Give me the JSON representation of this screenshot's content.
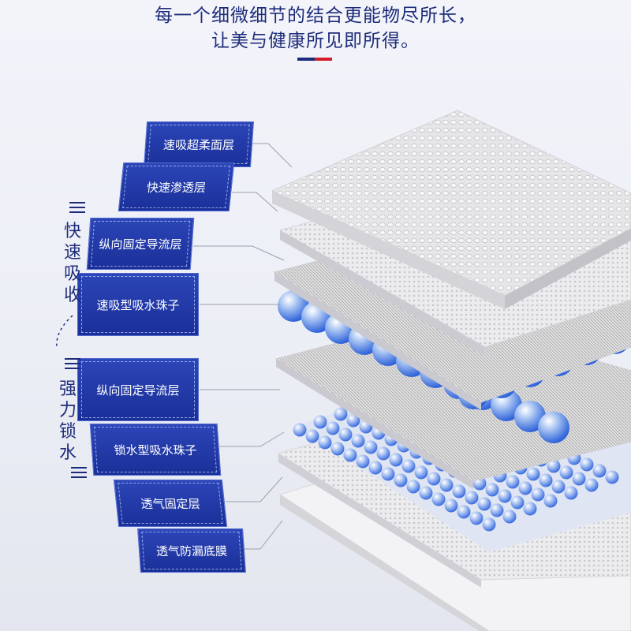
{
  "heading": {
    "line1": "每一个细微细节的结合更能物尽所长，",
    "line2": "让美与健康所见即所得。"
  },
  "accent_colors": [
    "#1d2c7a",
    "#d01f2a"
  ],
  "group_labels": {
    "fast_absorb": [
      "快",
      "速",
      "吸",
      "收"
    ],
    "strong_lock": [
      "强",
      "力",
      "锁",
      "水"
    ]
  },
  "layers": [
    {
      "label": "速吸超柔面层"
    },
    {
      "label": "快速渗透层"
    },
    {
      "label": "纵向固定导流层"
    },
    {
      "label": "速吸型吸水珠子"
    },
    {
      "label": "纵向固定导流层"
    },
    {
      "label": "锁水型吸水珠子"
    },
    {
      "label": "透气固定层"
    },
    {
      "label": "透气防漏底膜"
    }
  ],
  "colors": {
    "tab_blue": "#1f359f",
    "text_blue": "#1d2c7a",
    "bead_blue": "#3d7cf0"
  }
}
